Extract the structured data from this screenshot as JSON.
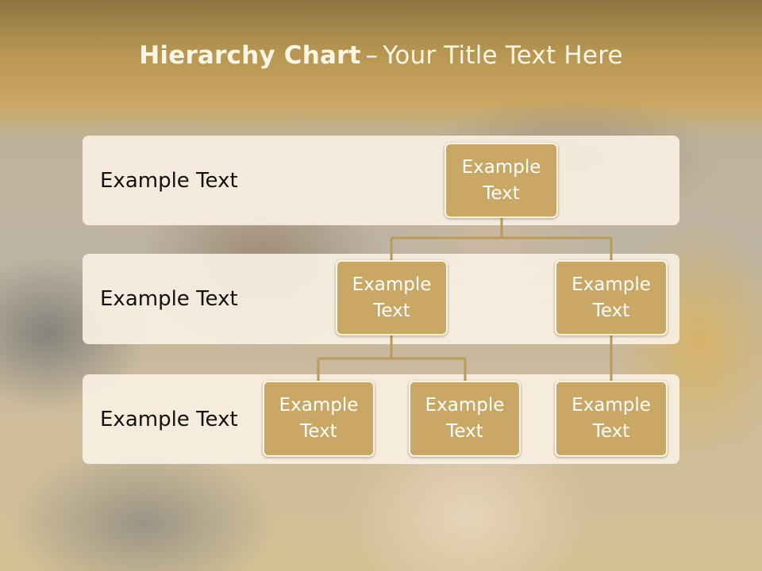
{
  "title": {
    "bold": "Hierarchy Chart",
    "separator": "–",
    "rest": "Your Title Text Here"
  },
  "levels": [
    {
      "label": "Example Text"
    },
    {
      "label": "Example Text"
    },
    {
      "label": "Example Text"
    }
  ],
  "nodes": {
    "root": "Example Text",
    "level2_left": "Example Text",
    "level2_right": "Example Text",
    "level3_left": "Example Text",
    "level3_middle": "Example Text",
    "level3_right": "Example Text"
  },
  "colors": {
    "node_fill": "#c9a764",
    "node_border": "#fbf4e4",
    "connector": "#b99a5a",
    "band_fill": "#f8f0e2",
    "title_text": "#fbf5e6"
  }
}
